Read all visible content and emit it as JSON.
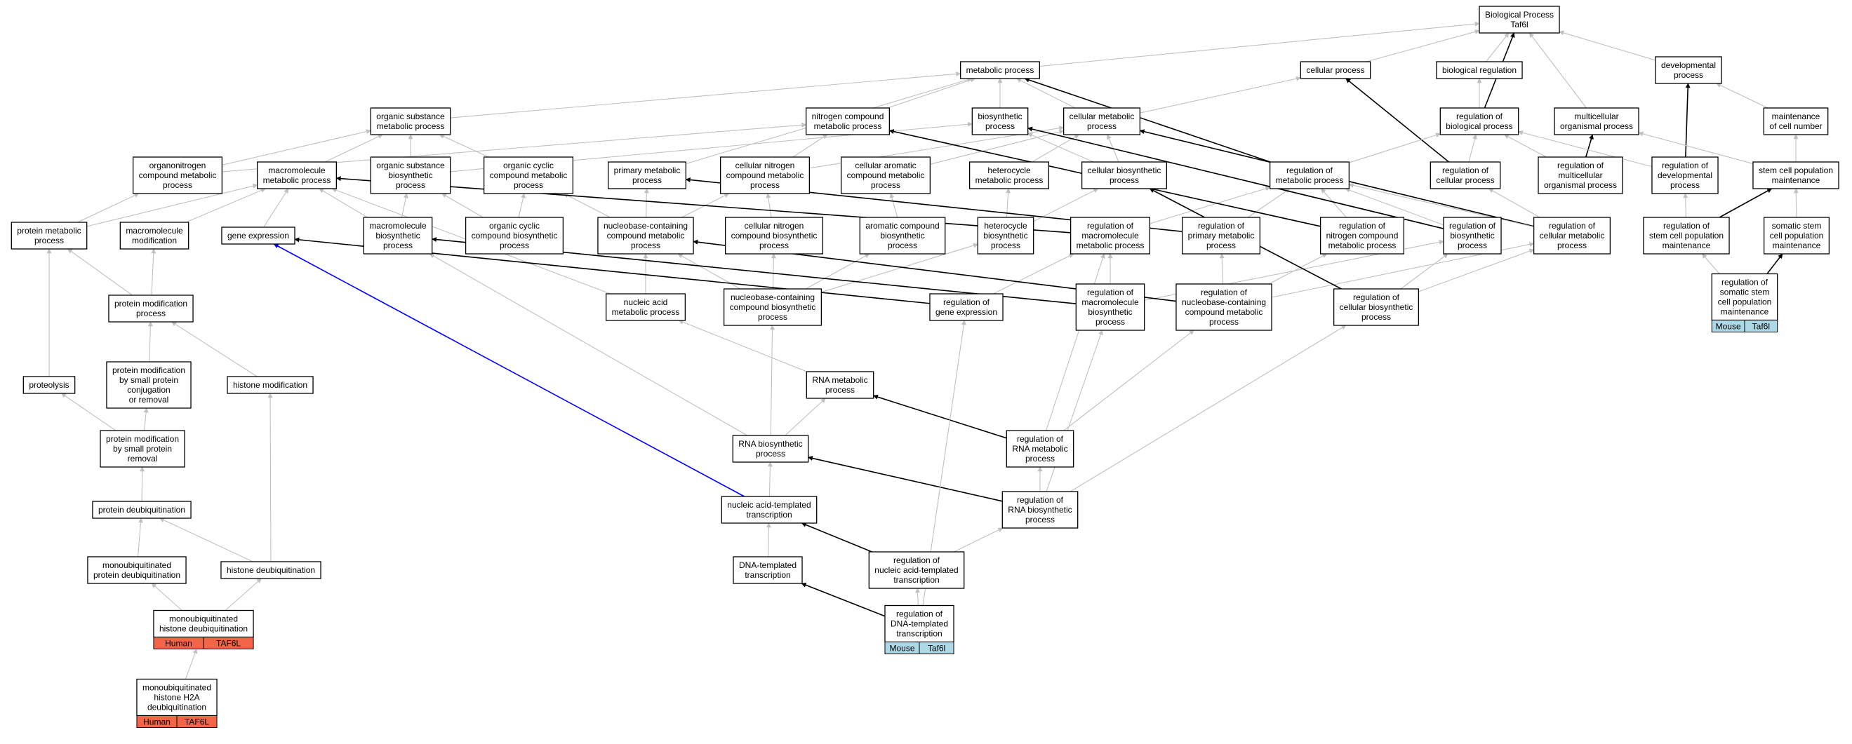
{
  "colors": {
    "gray_edge": "#c0c0c0",
    "black_edge": "#000000",
    "blue_edge": "#0000ff",
    "human": "#f26548",
    "mouse": "#add8e6"
  },
  "nodes": {
    "bp": [
      "Biological Process",
      "Taf6l"
    ],
    "metabolic": [
      "metabolic process"
    ],
    "cellular_process": [
      "cellular process"
    ],
    "biological_regulation": [
      "biological regulation"
    ],
    "developmental": [
      "developmental",
      "process"
    ],
    "organic_substance_met": [
      "organic substance",
      "metabolic process"
    ],
    "nitrogen_compound_met": [
      "nitrogen compound",
      "metabolic process"
    ],
    "biosynthetic": [
      "biosynthetic",
      "process"
    ],
    "cellular_metabolic": [
      "cellular metabolic",
      "process"
    ],
    "reg_bio_process": [
      "regulation of",
      "biological process"
    ],
    "multicellular": [
      "multicellular",
      "organismal process"
    ],
    "maintenance_cell_number": [
      "maintenance",
      "of cell number"
    ],
    "organonitrogen": [
      "organonitrogen",
      "compound metabolic",
      "process"
    ],
    "macromolecule_met": [
      "macromolecule",
      "metabolic process"
    ],
    "organic_substance_bio": [
      "organic substance",
      "biosynthetic",
      "process"
    ],
    "organic_cyclic_met": [
      "organic cyclic",
      "compound metabolic",
      "process"
    ],
    "primary_met": [
      "primary metabolic",
      "process"
    ],
    "cellular_nitrogen_met": [
      "cellular nitrogen",
      "compound metabolic",
      "process"
    ],
    "cellular_aromatic": [
      "cellular aromatic",
      "compound metabolic",
      "process"
    ],
    "heterocycle_met": [
      "heterocycle",
      "metabolic process"
    ],
    "cellular_biosynthetic": [
      "cellular biosynthetic",
      "process"
    ],
    "reg_metabolic": [
      "regulation of",
      "metabolic process"
    ],
    "reg_cellular_process": [
      "regulation of",
      "cellular process"
    ],
    "reg_multicellular": [
      "regulation of",
      "multicellular",
      "organismal process"
    ],
    "reg_developmental": [
      "regulation of",
      "developmental",
      "process"
    ],
    "stem_cell_maint": [
      "stem cell population",
      "maintenance"
    ],
    "protein_metabolic": [
      "protein metabolic",
      "process"
    ],
    "macromolecule_mod": [
      "macromolecule",
      "modification"
    ],
    "gene_expression": [
      "gene expression"
    ],
    "macromolecule_bio": [
      "macromolecule",
      "biosynthetic",
      "process"
    ],
    "organic_cyclic_bio": [
      "organic cyclic",
      "compound biosynthetic",
      "process"
    ],
    "nucleobase_met": [
      "nucleobase-containing",
      "compound metabolic",
      "process"
    ],
    "cellular_nitrogen_bio": [
      "cellular nitrogen",
      "compound biosynthetic",
      "process"
    ],
    "aromatic_bio": [
      "aromatic compound",
      "biosynthetic",
      "process"
    ],
    "heterocycle_bio": [
      "heterocycle",
      "biosynthetic",
      "process"
    ],
    "reg_macromolecule_met": [
      "regulation of",
      "macromolecule",
      "metabolic process"
    ],
    "reg_primary_met": [
      "regulation of",
      "primary metabolic",
      "process"
    ],
    "reg_nitrogen_met": [
      "regulation of",
      "nitrogen compound",
      "metabolic process"
    ],
    "reg_biosynthetic": [
      "regulation of",
      "biosynthetic",
      "process"
    ],
    "reg_cellular_met": [
      "regulation of",
      "cellular metabolic",
      "process"
    ],
    "reg_stem_cell": [
      "regulation of",
      "stem cell population",
      "maintenance"
    ],
    "somatic_stem": [
      "somatic stem",
      "cell population",
      "maintenance"
    ],
    "nucleic_acid_met": [
      "nucleic acid",
      "metabolic process"
    ],
    "nucleobase_bio": [
      "nucleobase-containing",
      "compound biosynthetic",
      "process"
    ],
    "reg_gene_expression": [
      "regulation of",
      "gene expression"
    ],
    "reg_macromolecule_bio": [
      "regulation of",
      "macromolecule",
      "biosynthetic",
      "process"
    ],
    "reg_nucleobase_met": [
      "regulation of",
      "nucleobase-containing",
      "compound metabolic",
      "process"
    ],
    "reg_cellular_bio": [
      "regulation of",
      "cellular biosynthetic",
      "process"
    ],
    "reg_somatic_stem": [
      "regulation of",
      "somatic stem",
      "cell population",
      "maintenance"
    ],
    "protein_mod_process": [
      "protein modification",
      "process"
    ],
    "proteolysis": [
      "proteolysis"
    ],
    "protein_mod_small": [
      "protein modification",
      "by small protein",
      "conjugation",
      "or removal"
    ],
    "histone_mod": [
      "histone modification"
    ],
    "rna_metabolic": [
      "RNA metabolic",
      "process"
    ],
    "protein_mod_removal": [
      "protein modification",
      "by small protein",
      "removal"
    ],
    "rna_biosynthetic": [
      "RNA biosynthetic",
      "process"
    ],
    "reg_rna_met": [
      "regulation of",
      "RNA metabolic",
      "process"
    ],
    "protein_deubiq": [
      "protein deubiquitination"
    ],
    "nucleic_acid_transcription": [
      "nucleic acid-templated",
      "transcription"
    ],
    "reg_rna_bio": [
      "regulation of",
      "RNA biosynthetic",
      "process"
    ],
    "mono_protein_deubiq": [
      "monoubiquitinated",
      "protein deubiquitination"
    ],
    "histone_deubiq": [
      "histone deubiquitination"
    ],
    "dna_transcription": [
      "DNA-templated",
      "transcription"
    ],
    "reg_nucleic_transcription": [
      "regulation of",
      "nucleic acid-templated",
      "transcription"
    ],
    "mono_histone_deubiq": [
      "monoubiquitinated",
      "histone deubiquitination"
    ],
    "reg_dna_transcription": [
      "regulation of",
      "DNA-templated",
      "transcription"
    ],
    "mono_h2a_deubiq": [
      "monoubiquitinated",
      "histone H2A",
      "deubiquitination"
    ]
  },
  "badges": {
    "mono_histone_deubiq": {
      "species": "Human",
      "gene": "TAF6L",
      "color": "#f26548"
    },
    "mono_h2a_deubiq": {
      "species": "Human",
      "gene": "TAF6L",
      "color": "#f26548"
    },
    "reg_dna_transcription": {
      "species": "Mouse",
      "gene": "Taf6l",
      "color": "#add8e6"
    },
    "reg_somatic_stem": {
      "species": "Mouse",
      "gene": "Taf6l",
      "color": "#add8e6"
    }
  },
  "edges": [
    {
      "from": "metabolic",
      "to": "bp",
      "kind": "gray"
    },
    {
      "from": "cellular_process",
      "to": "bp",
      "kind": "gray"
    },
    {
      "from": "biological_regulation",
      "to": "bp",
      "kind": "gray"
    },
    {
      "from": "developmental",
      "to": "bp",
      "kind": "gray"
    },
    {
      "from": "multicellular",
      "to": "bp",
      "kind": "gray"
    },
    {
      "from": "reg_bio_process",
      "to": "bp",
      "kind": "black"
    },
    {
      "from": "reg_bio_process",
      "to": "biological_regulation",
      "kind": "gray"
    },
    {
      "from": "organic_substance_met",
      "to": "metabolic",
      "kind": "gray"
    },
    {
      "from": "nitrogen_compound_met",
      "to": "metabolic",
      "kind": "gray"
    },
    {
      "from": "biosynthetic",
      "to": "metabolic",
      "kind": "gray"
    },
    {
      "from": "cellular_metabolic",
      "to": "metabolic",
      "kind": "gray"
    },
    {
      "from": "cellular_metabolic",
      "to": "cellular_process",
      "kind": "gray"
    },
    {
      "from": "reg_metabolic",
      "to": "metabolic",
      "kind": "black"
    },
    {
      "from": "reg_cellular_process",
      "to": "cellular_process",
      "kind": "black"
    },
    {
      "from": "reg_developmental",
      "to": "developmental",
      "kind": "black"
    },
    {
      "from": "maintenance_cell_number",
      "to": "developmental",
      "kind": "gray"
    },
    {
      "from": "reg_multicellular",
      "to": "multicellular",
      "kind": "black"
    },
    {
      "from": "stem_cell_maint",
      "to": "maintenance_cell_number",
      "kind": "gray"
    },
    {
      "from": "stem_cell_maint",
      "to": "multicellular",
      "kind": "gray"
    },
    {
      "from": "organonitrogen",
      "to": "organic_substance_met",
      "kind": "gray"
    },
    {
      "from": "organonitrogen",
      "to": "nitrogen_compound_met",
      "kind": "gray"
    },
    {
      "from": "macromolecule_met",
      "to": "organic_substance_met",
      "kind": "gray"
    },
    {
      "from": "organic_substance_bio",
      "to": "organic_substance_met",
      "kind": "gray"
    },
    {
      "from": "organic_substance_bio",
      "to": "biosynthetic",
      "kind": "gray"
    },
    {
      "from": "organic_cyclic_met",
      "to": "organic_substance_met",
      "kind": "gray"
    },
    {
      "from": "primary_met",
      "to": "metabolic",
      "kind": "gray"
    },
    {
      "from": "cellular_nitrogen_met",
      "to": "nitrogen_compound_met",
      "kind": "gray"
    },
    {
      "from": "cellular_nitrogen_met",
      "to": "cellular_metabolic",
      "kind": "gray"
    },
    {
      "from": "cellular_aromatic",
      "to": "cellular_metabolic",
      "kind": "gray"
    },
    {
      "from": "heterocycle_met",
      "to": "cellular_metabolic",
      "kind": "gray"
    },
    {
      "from": "cellular_biosynthetic",
      "to": "biosynthetic",
      "kind": "gray"
    },
    {
      "from": "cellular_biosynthetic",
      "to": "cellular_metabolic",
      "kind": "gray"
    },
    {
      "from": "reg_metabolic",
      "to": "reg_bio_process",
      "kind": "gray"
    },
    {
      "from": "reg_cellular_process",
      "to": "reg_bio_process",
      "kind": "gray"
    },
    {
      "from": "reg_multicellular",
      "to": "reg_bio_process",
      "kind": "gray"
    },
    {
      "from": "reg_developmental",
      "to": "reg_bio_process",
      "kind": "gray"
    },
    {
      "from": "reg_stem_cell",
      "to": "reg_developmental",
      "kind": "gray"
    },
    {
      "from": "reg_stem_cell",
      "to": "stem_cell_maint",
      "kind": "black"
    },
    {
      "from": "somatic_stem",
      "to": "stem_cell_maint",
      "kind": "gray"
    },
    {
      "from": "reg_somatic_stem",
      "to": "somatic_stem",
      "kind": "black"
    },
    {
      "from": "reg_somatic_stem",
      "to": "reg_stem_cell",
      "kind": "gray"
    },
    {
      "from": "protein_metabolic",
      "to": "organonitrogen",
      "kind": "gray"
    },
    {
      "from": "protein_metabolic",
      "to": "macromolecule_met",
      "kind": "gray"
    },
    {
      "from": "macromolecule_mod",
      "to": "macromolecule_met",
      "kind": "gray"
    },
    {
      "from": "gene_expression",
      "to": "macromolecule_met",
      "kind": "gray"
    },
    {
      "from": "macromolecule_bio",
      "to": "macromolecule_met",
      "kind": "gray"
    },
    {
      "from": "macromolecule_bio",
      "to": "organic_substance_bio",
      "kind": "gray"
    },
    {
      "from": "organic_cyclic_bio",
      "to": "organic_cyclic_met",
      "kind": "gray"
    },
    {
      "from": "organic_cyclic_bio",
      "to": "organic_substance_bio",
      "kind": "gray"
    },
    {
      "from": "nucleobase_met",
      "to": "organic_cyclic_met",
      "kind": "gray"
    },
    {
      "from": "nucleobase_met",
      "to": "primary_met",
      "kind": "gray"
    },
    {
      "from": "nucleobase_met",
      "to": "cellular_nitrogen_met",
      "kind": "gray"
    },
    {
      "from": "cellular_nitrogen_bio",
      "to": "cellular_nitrogen_met",
      "kind": "gray"
    },
    {
      "from": "aromatic_bio",
      "to": "cellular_aromatic",
      "kind": "gray"
    },
    {
      "from": "heterocycle_bio",
      "to": "heterocycle_met",
      "kind": "gray"
    },
    {
      "from": "heterocycle_bio",
      "to": "cellular_biosynthetic",
      "kind": "gray"
    },
    {
      "from": "reg_macromolecule_met",
      "to": "macromolecule_met",
      "kind": "black"
    },
    {
      "from": "reg_macromolecule_met",
      "to": "reg_metabolic",
      "kind": "gray"
    },
    {
      "from": "reg_primary_met",
      "to": "primary_met",
      "kind": "black"
    },
    {
      "from": "reg_primary_met",
      "to": "reg_metabolic",
      "kind": "gray"
    },
    {
      "from": "reg_nitrogen_met",
      "to": "nitrogen_compound_met",
      "kind": "black"
    },
    {
      "from": "reg_nitrogen_met",
      "to": "reg_metabolic",
      "kind": "gray"
    },
    {
      "from": "reg_biosynthetic",
      "to": "biosynthetic",
      "kind": "black"
    },
    {
      "from": "reg_biosynthetic",
      "to": "reg_metabolic",
      "kind": "gray"
    },
    {
      "from": "reg_cellular_met",
      "to": "cellular_metabolic",
      "kind": "black"
    },
    {
      "from": "reg_cellular_met",
      "to": "reg_metabolic",
      "kind": "gray"
    },
    {
      "from": "reg_cellular_met",
      "to": "reg_cellular_process",
      "kind": "gray"
    },
    {
      "from": "nucleic_acid_met",
      "to": "nucleobase_met",
      "kind": "gray"
    },
    {
      "from": "nucleic_acid_met",
      "to": "macromolecule_met",
      "kind": "gray"
    },
    {
      "from": "nucleobase_bio",
      "to": "nucleobase_met",
      "kind": "gray"
    },
    {
      "from": "nucleobase_bio",
      "to": "cellular_nitrogen_bio",
      "kind": "gray"
    },
    {
      "from": "nucleobase_bio",
      "to": "heterocycle_bio",
      "kind": "gray"
    },
    {
      "from": "nucleobase_bio",
      "to": "aromatic_bio",
      "kind": "gray"
    },
    {
      "from": "reg_gene_expression",
      "to": "gene_expression",
      "kind": "black"
    },
    {
      "from": "reg_gene_expression",
      "to": "reg_macromolecule_met",
      "kind": "gray"
    },
    {
      "from": "reg_macromolecule_bio",
      "to": "macromolecule_bio",
      "kind": "black"
    },
    {
      "from": "reg_macromolecule_bio",
      "to": "reg_macromolecule_met",
      "kind": "gray"
    },
    {
      "from": "reg_macromolecule_bio",
      "to": "reg_biosynthetic",
      "kind": "gray"
    },
    {
      "from": "reg_nucleobase_met",
      "to": "nucleobase_met",
      "kind": "black"
    },
    {
      "from": "reg_nucleobase_met",
      "to": "reg_primary_met",
      "kind": "gray"
    },
    {
      "from": "reg_nucleobase_met",
      "to": "reg_nitrogen_met",
      "kind": "gray"
    },
    {
      "from": "reg_nucleobase_met",
      "to": "reg_cellular_met",
      "kind": "gray"
    },
    {
      "from": "reg_cellular_bio",
      "to": "cellular_biosynthetic",
      "kind": "black"
    },
    {
      "from": "reg_cellular_bio",
      "to": "reg_biosynthetic",
      "kind": "gray"
    },
    {
      "from": "reg_cellular_bio",
      "to": "reg_cellular_met",
      "kind": "gray"
    },
    {
      "from": "protein_mod_process",
      "to": "protein_metabolic",
      "kind": "gray"
    },
    {
      "from": "protein_mod_process",
      "to": "macromolecule_mod",
      "kind": "gray"
    },
    {
      "from": "proteolysis",
      "to": "protein_metabolic",
      "kind": "gray"
    },
    {
      "from": "protein_mod_small",
      "to": "protein_mod_process",
      "kind": "gray"
    },
    {
      "from": "histone_mod",
      "to": "protein_mod_process",
      "kind": "gray"
    },
    {
      "from": "rna_metabolic",
      "to": "nucleic_acid_met",
      "kind": "gray"
    },
    {
      "from": "protein_mod_removal",
      "to": "protein_mod_small",
      "kind": "gray"
    },
    {
      "from": "protein_mod_removal",
      "to": "proteolysis",
      "kind": "gray"
    },
    {
      "from": "rna_biosynthetic",
      "to": "rna_metabolic",
      "kind": "gray"
    },
    {
      "from": "rna_biosynthetic",
      "to": "nucleobase_bio",
      "kind": "gray"
    },
    {
      "from": "rna_biosynthetic",
      "to": "macromolecule_bio",
      "kind": "gray"
    },
    {
      "from": "reg_rna_met",
      "to": "rna_metabolic",
      "kind": "black"
    },
    {
      "from": "reg_rna_met",
      "to": "reg_nucleobase_met",
      "kind": "gray"
    },
    {
      "from": "reg_rna_met",
      "to": "reg_macromolecule_met",
      "kind": "gray"
    },
    {
      "from": "protein_deubiq",
      "to": "protein_mod_removal",
      "kind": "gray"
    },
    {
      "from": "nucleic_acid_transcription",
      "to": "rna_biosynthetic",
      "kind": "gray"
    },
    {
      "from": "nucleic_acid_transcription",
      "to": "gene_expression",
      "kind": "blue"
    },
    {
      "from": "reg_rna_bio",
      "to": "rna_biosynthetic",
      "kind": "black"
    },
    {
      "from": "reg_rna_bio",
      "to": "reg_rna_met",
      "kind": "gray"
    },
    {
      "from": "reg_rna_bio",
      "to": "reg_macromolecule_bio",
      "kind": "gray"
    },
    {
      "from": "reg_rna_bio",
      "to": "reg_cellular_bio",
      "kind": "gray"
    },
    {
      "from": "mono_protein_deubiq",
      "to": "protein_deubiq",
      "kind": "gray"
    },
    {
      "from": "histone_deubiq",
      "to": "protein_deubiq",
      "kind": "gray"
    },
    {
      "from": "histone_deubiq",
      "to": "histone_mod",
      "kind": "gray"
    },
    {
      "from": "dna_transcription",
      "to": "nucleic_acid_transcription",
      "kind": "gray"
    },
    {
      "from": "reg_nucleic_transcription",
      "to": "nucleic_acid_transcription",
      "kind": "black"
    },
    {
      "from": "reg_nucleic_transcription",
      "to": "reg_rna_bio",
      "kind": "gray"
    },
    {
      "from": "mono_histone_deubiq",
      "to": "mono_protein_deubiq",
      "kind": "gray"
    },
    {
      "from": "mono_histone_deubiq",
      "to": "histone_deubiq",
      "kind": "gray"
    },
    {
      "from": "reg_dna_transcription",
      "to": "dna_transcription",
      "kind": "black"
    },
    {
      "from": "reg_dna_transcription",
      "to": "reg_nucleic_transcription",
      "kind": "gray"
    },
    {
      "from": "reg_dna_transcription",
      "to": "reg_gene_expression",
      "kind": "gray"
    },
    {
      "from": "mono_h2a_deubiq",
      "to": "mono_histone_deubiq",
      "kind": "gray"
    }
  ]
}
